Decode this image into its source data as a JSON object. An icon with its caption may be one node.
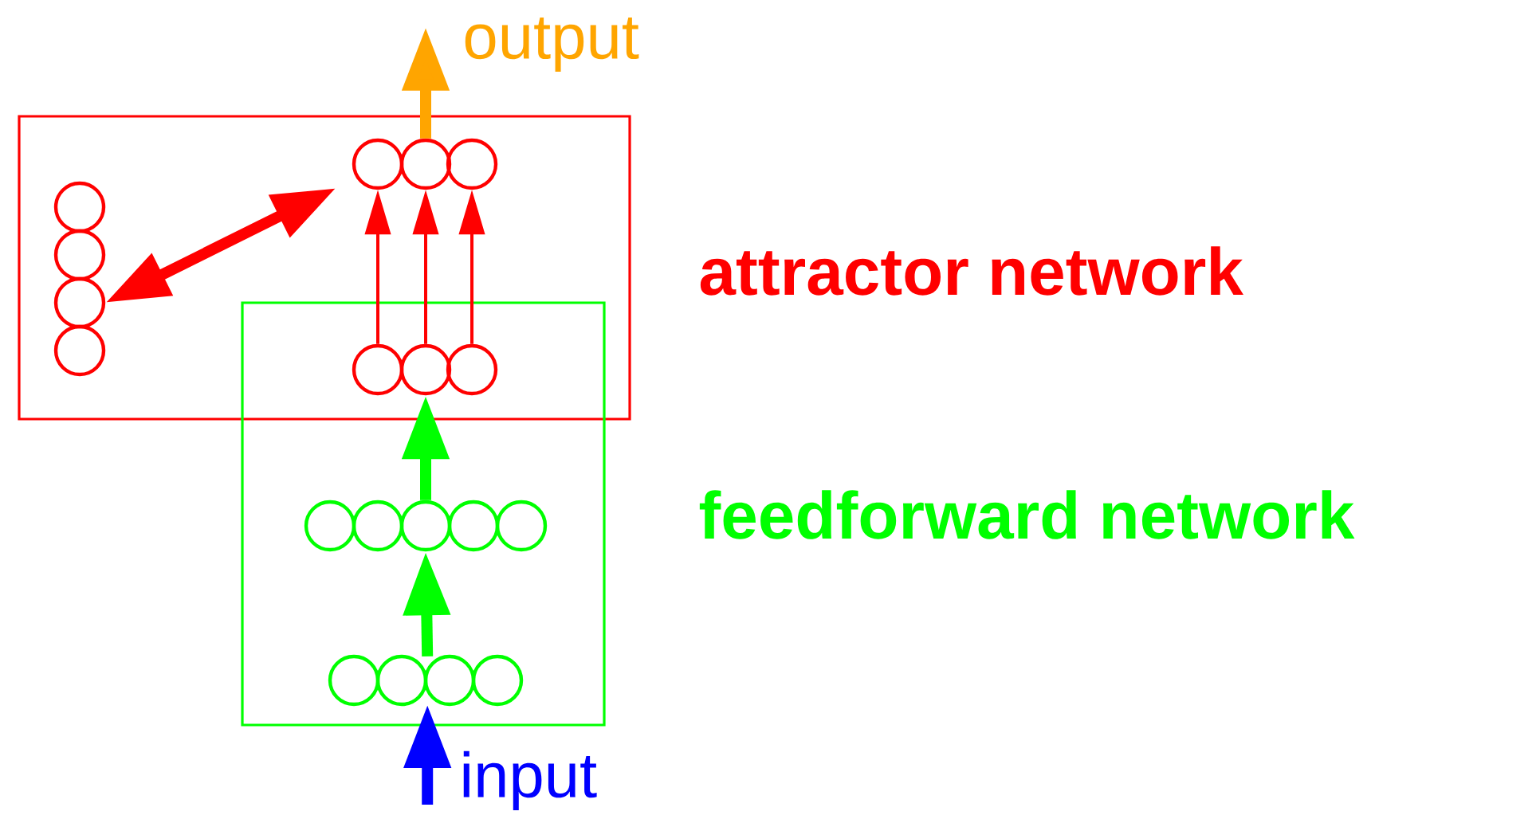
{
  "diagram": {
    "nodes": [
      {
        "text": [
          "attractor network"
        ]
      },
      {
        "text": [
          "feedforward network"
        ]
      },
      {
        "text": [],
        "shape": "circle",
        "in": 0
      },
      {
        "text": [],
        "shape": "circle",
        "in": 0
      },
      {
        "text": [],
        "shape": "circle",
        "in": 0
      },
      {
        "text": [],
        "shape": "circle",
        "in": 0
      },
      {
        "text": [],
        "shape": "circle",
        "in": 0
      },
      {
        "text": [],
        "shape": "circle",
        "in": 0
      },
      {
        "text": [],
        "shape": "circle",
        "in": 0
      },
      {
        "text": [],
        "shape": "circle"
      },
      {
        "text": [],
        "shape": "circle"
      },
      {
        "text": [],
        "shape": "circle"
      },
      {
        "text": [],
        "shape": "circle",
        "in": 1
      },
      {
        "text": [],
        "shape": "circle",
        "in": 1
      },
      {
        "text": [],
        "shape": "circle",
        "in": 1
      },
      {
        "text": [],
        "shape": "circle",
        "in": 1
      },
      {
        "text": [],
        "shape": "circle",
        "in": 1
      },
      {
        "text": [],
        "shape": "circle",
        "in": 1
      },
      {
        "text": [],
        "shape": "circle",
        "in": 1
      },
      {
        "text": [],
        "shape": "circle",
        "in": 1
      },
      {
        "text": [],
        "shape": "circle",
        "in": 1
      }
    ],
    "edges": [
      {
        "from": 4,
        "to": 6,
        "arrow": "both"
      },
      {
        "from": 9,
        "to": 6,
        "arrow": "to"
      },
      {
        "from": 10,
        "to": 7,
        "arrow": "to"
      },
      {
        "from": 11,
        "to": 8,
        "arrow": "to"
      },
      {
        "from": 14,
        "to": 10,
        "arrow": "to",
        "color": "#00ff00"
      },
      {
        "from": 18,
        "to": 14,
        "arrow": "to",
        "color": "#00ff00"
      },
      {
        "from": 7,
        "to": null,
        "arrow": "to",
        "color": "#ffa500"
      },
      {
        "from": null,
        "to": 18,
        "arrow": "to",
        "color": "#0000ff"
      }
    ],
    "labels": [
      "output",
      "input"
    ]
  }
}
